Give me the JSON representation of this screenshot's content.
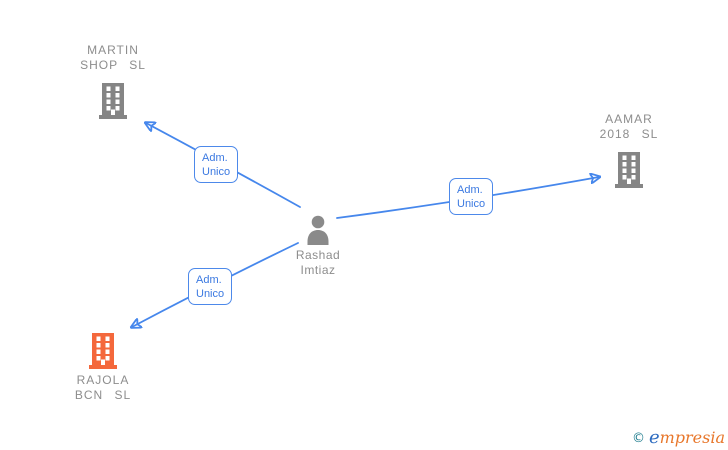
{
  "diagram": {
    "person": {
      "line1": "Rashad",
      "line2": "Imtiaz"
    },
    "companies": [
      {
        "line1": "MARTIN",
        "line2": "SHOP SL"
      },
      {
        "line1": "AAMAR",
        "line2": "2018 SL"
      },
      {
        "line1": "RAJOLA",
        "line2": "BCN SL"
      }
    ],
    "edges": [
      {
        "from": "Rashad Imtiaz",
        "to": "MARTIN SHOP SL",
        "label_line1": "Adm.",
        "label_line2": "Unico"
      },
      {
        "from": "Rashad Imtiaz",
        "to": "AAMAR 2018 SL",
        "label_line1": "Adm.",
        "label_line2": "Unico"
      },
      {
        "from": "Rashad Imtiaz",
        "to": "RAJOLA BCN SL",
        "label_line1": "Adm.",
        "label_line2": "Unico"
      }
    ]
  },
  "watermark": {
    "copyright": "©",
    "brand_initial": "e",
    "brand_rest": "mpresia"
  },
  "colors": {
    "edge_blue": "#4687ec",
    "edge_label_text": "#3b79e1",
    "company_gray": "#858585",
    "company_highlight_orange": "#f4683c",
    "node_text_gray": "#8d8d8d",
    "watermark_teal": "#1f7d8e",
    "watermark_blue": "#2e6cc0",
    "watermark_orange": "#e8772b"
  }
}
